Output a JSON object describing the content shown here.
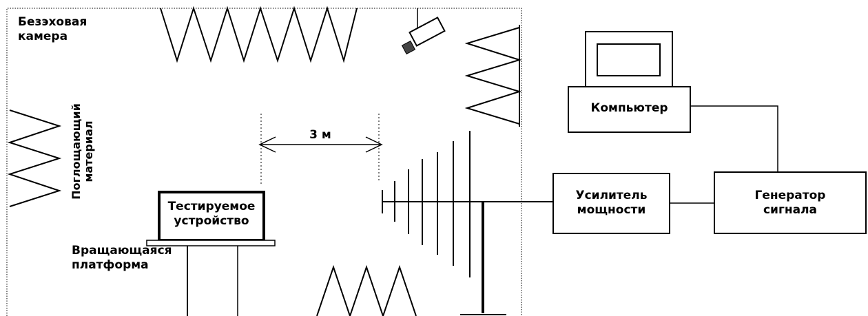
{
  "labels": {
    "chamber": "Безэховая камера",
    "absorber": "Поглощающий материал",
    "distance": "3 м",
    "dut": "Тестируемое устройство",
    "platform": "Вращающаяся платформа",
    "computer": "Компьютер",
    "amplifier": "Усилитель мощности",
    "generator": "Генератор сигнала"
  },
  "icons": [
    "camera-icon",
    "monitor-icon",
    "antenna-icon"
  ],
  "colors": {
    "line": "#000000",
    "background": "#ffffff"
  }
}
